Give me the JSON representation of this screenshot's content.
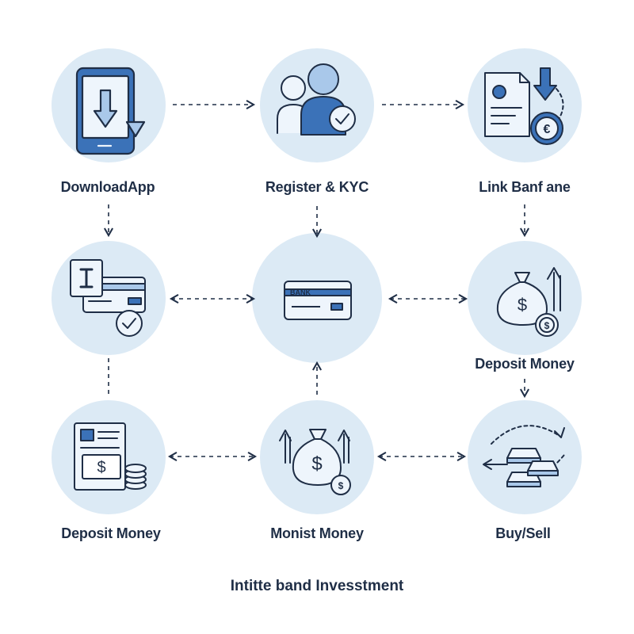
{
  "labels": {
    "download_app": "DownloadApp",
    "register_kyc": "Register & KYC",
    "link_bank": "Link Banf ane",
    "deposit_money_right": "Deposit Money",
    "deposit_money_left": "Deposit Money",
    "monist_money": "Monist Money",
    "buy_sell": "Buy/Sell"
  },
  "card_text": "BANK",
  "caption": "Intitte band Invesstment",
  "colors": {
    "circle_fill": "#dceaf5",
    "stroke": "#1f2e46",
    "accent": "#3b72b8",
    "accent_light": "#a9c8ea",
    "text": "#1f2e46"
  },
  "icons": [
    "tablet-download-icon",
    "users-check-icon",
    "document-euro-icon",
    "id-card-check-icon",
    "bank-card-icon",
    "money-bag-arrow-icon",
    "invoice-coins-icon",
    "money-bag-arrows-icon",
    "gold-bars-icon"
  ]
}
